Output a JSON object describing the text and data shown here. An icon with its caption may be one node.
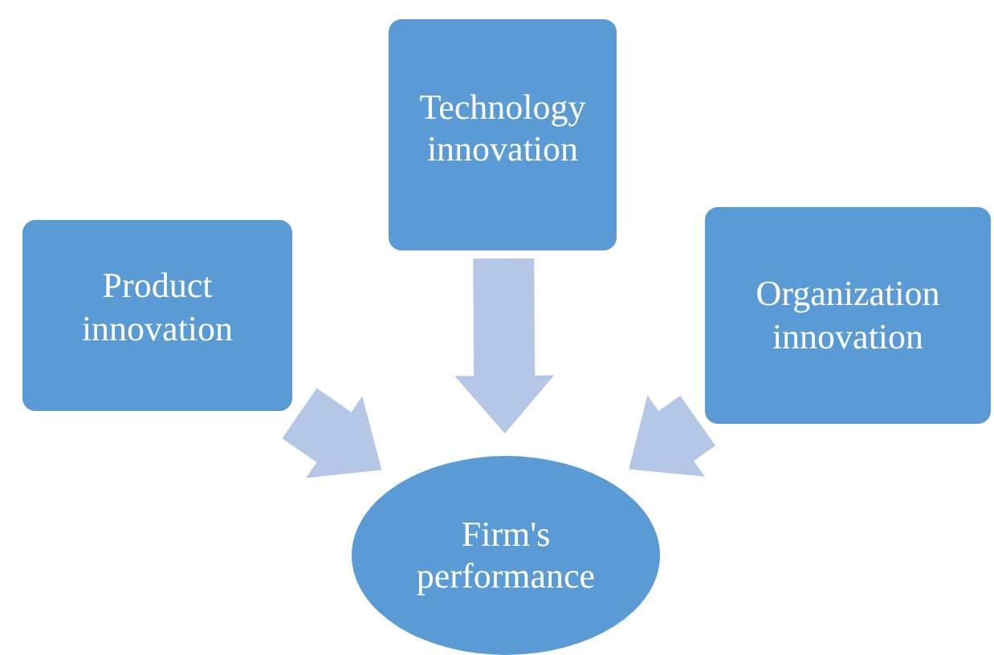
{
  "diagram": {
    "nodes": [
      {
        "text": [
          "Product innovation"
        ]
      },
      {
        "text": [
          "Technology innovation"
        ]
      },
      {
        "text": [
          "Organization innovation"
        ]
      },
      {
        "text": [
          "Firm's performance"
        ]
      }
    ],
    "edges": [
      {
        "from": 0,
        "to": 3,
        "arrow": "to"
      },
      {
        "from": 1,
        "to": 3,
        "arrow": "to"
      },
      {
        "from": 2,
        "to": 3,
        "arrow": "to"
      }
    ]
  }
}
